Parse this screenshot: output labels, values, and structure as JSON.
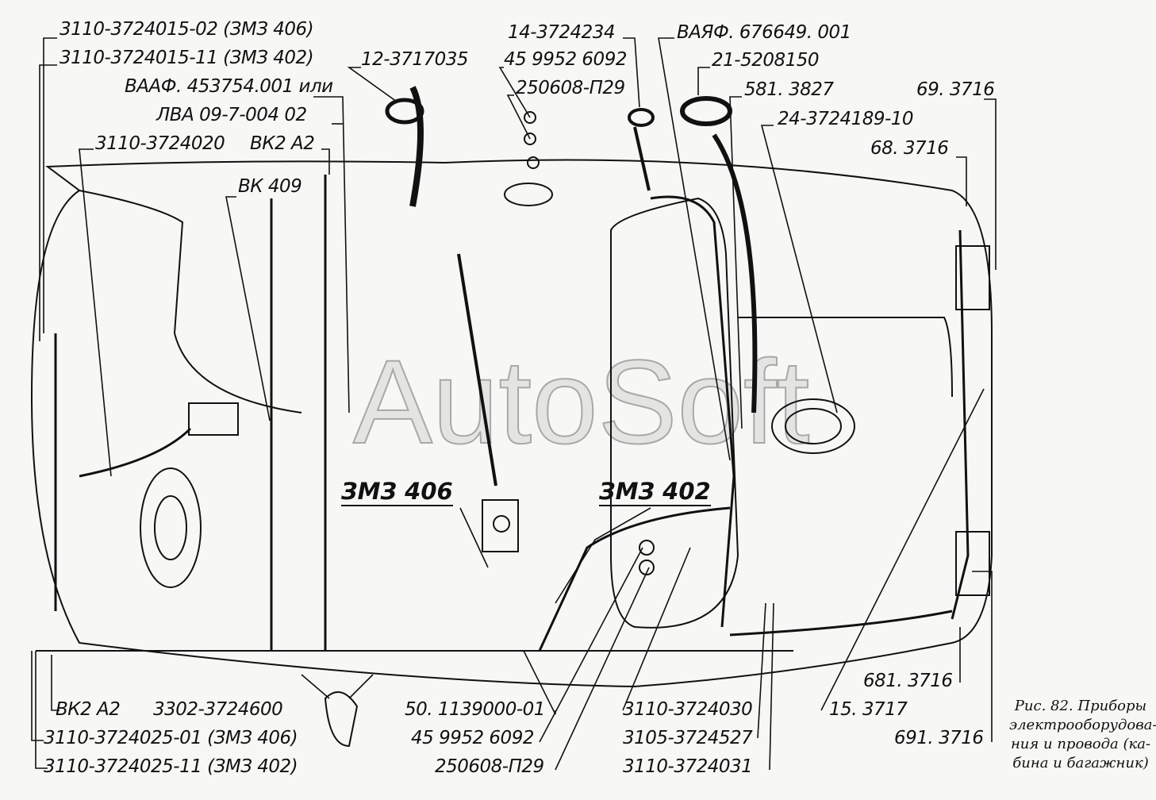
{
  "labels": {
    "top_left_1": "3110-3724015-02 (ЗМЗ 406)",
    "top_left_2": "3110-3724015-11 (ЗМЗ 402)",
    "vaaf": "ВААФ. 453754.001 или",
    "lva": "ЛВА 09-7-004 02",
    "harness_3724020": "3110-3724020",
    "vk2a2_top": "ВК2 А2",
    "vk409": "ВК 409",
    "grommet_3717035": "12-3717035",
    "part_3724234": "14-3724234",
    "nut_top": "45 9952 6092",
    "washer_top": "250608-П29",
    "vayaf": "ВАЯФ. 676649. 001",
    "part_5208150": "21-5208150",
    "part_5813827": "581. 3827",
    "part_3724189": "24-3724189-10",
    "lamp_69": "69. 3716",
    "lamp_68": "68. 3716",
    "engine_406": "ЗМЗ 406",
    "engine_402": "ЗМЗ 402",
    "vk2a2_bottom": "ВК2 А2",
    "clip_3724600": "3302-3724600",
    "harness_025_01": "3110-3724025-01 (ЗМЗ 406)",
    "harness_025_11": "3110-3724025-11 (ЗМЗ 402)",
    "part_1139000": "50. 1139000-01",
    "nut_bottom": "45 9952 6092",
    "washer_bottom": "250608-П29",
    "harness_3724030": "3110-3724030",
    "harness_3724527": "3105-3724527",
    "harness_3724031": "3110-3724031",
    "lamp_15_3717": "15. 3717",
    "lamp_681": "681. 3716",
    "lamp_691": "691. 3716"
  },
  "caption": {
    "line1": "Рис. 82. Приборы",
    "line2": "электрооборудова-",
    "line3": "ния и провода (ка-",
    "line4": "бина и багажник)"
  },
  "watermark": "AutoSoft"
}
